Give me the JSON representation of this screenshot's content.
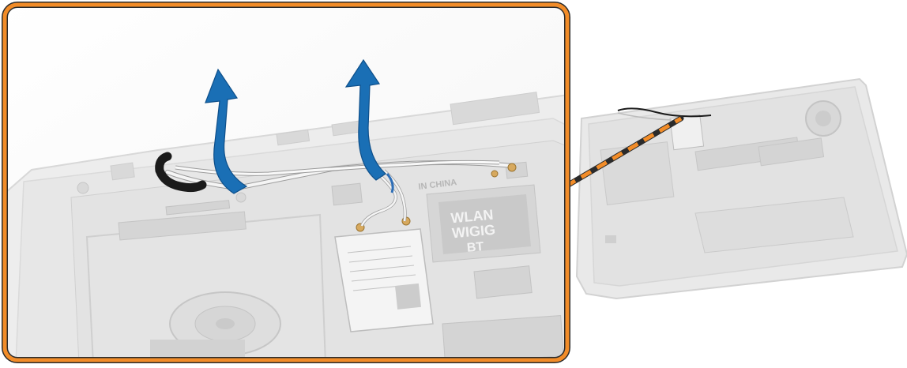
{
  "labels": {
    "wlan_1": "WLAN",
    "wlan_2": "WIGIG",
    "wlan_3": "BT",
    "made_in": "IN CHINA"
  },
  "colors": {
    "frame_orange": "#f28c28",
    "callout_orange": "#f28c28",
    "callout_dark": "#2b2b2b",
    "arrow_blue": "#1a6fb5",
    "laptop_gray": "#e6e6e6",
    "laptop_dark": "#cfcfcf",
    "cable_dark": "#1b1b1b",
    "cable_white": "#f5f5f5"
  },
  "icons": {
    "arrow": "up-arrow-icon"
  }
}
